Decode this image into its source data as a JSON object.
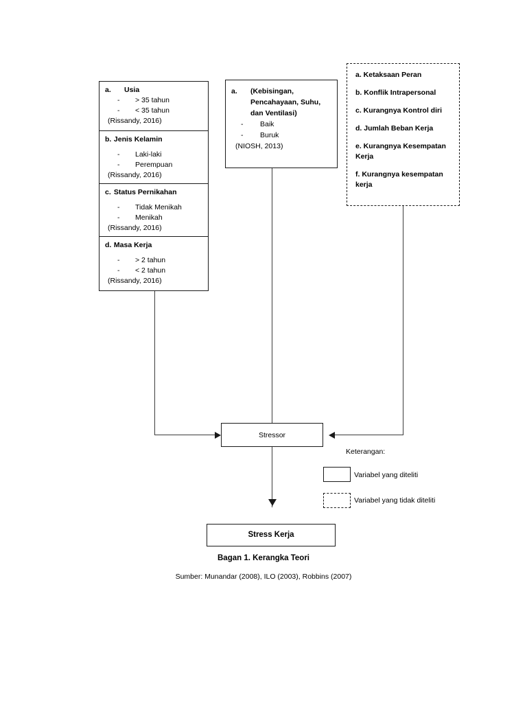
{
  "left_column": {
    "segments": [
      {
        "marker": "a.",
        "title": "Usia",
        "bullets": [
          "> 35 tahun",
          "< 35 tahun"
        ],
        "reference": "(Rissandy, 2016)",
        "reference_clipped": false
      },
      {
        "marker": "b.",
        "title": "Jenis Kelamin",
        "bullets": [
          "Laki-laki",
          "Perempuan"
        ],
        "reference": "(Rissandy, 2016)",
        "reference_clipped": true
      },
      {
        "marker": "c.",
        "title": "Status Pernikahan",
        "bullets": [
          "Tidak Menikah",
          "Menikah"
        ],
        "reference": "(Rissandy, 2016)",
        "reference_clipped": true
      },
      {
        "marker": "d.",
        "title": "Masa Kerja",
        "bullets": [
          "> 2 tahun",
          "< 2 tahun"
        ],
        "reference": "(Rissandy, 2016)",
        "reference_clipped": true
      }
    ]
  },
  "middle_box": {
    "marker": "a.",
    "title": "(Kebisingan, Pencahayaan, Suhu, dan Ventilasi)",
    "bullets": [
      "Baik",
      "Buruk"
    ],
    "reference": "(NIOSH, 2013)"
  },
  "right_box": {
    "items": [
      "a. Ketaksaan Peran",
      "b. Konflik Intrapersonal",
      "c. Kurangnya Kontrol diri",
      "d. Jumlah Beban Kerja",
      "e. Kurangnya Kesempatan Kerja",
      "f. Kurangnya kesempatan kerja"
    ]
  },
  "nodes": {
    "stressor": "Stressor",
    "stress_kerja": "Stress Kerja"
  },
  "legend": {
    "title": "Keterangan:",
    "items": [
      {
        "style": "solid",
        "label": "Variabel yang diteliti"
      },
      {
        "style": "dashed",
        "label": "Variabel yang tidak diteliti"
      }
    ]
  },
  "caption": "Bagan 1. Kerangka Teori",
  "source": "Sumber: Munandar (2008), ILO (2003), Robbins (2007)",
  "colors": {
    "line": "#3a3a3a",
    "border": "#1a1a1a",
    "background": "#ffffff",
    "text": "#000000"
  }
}
